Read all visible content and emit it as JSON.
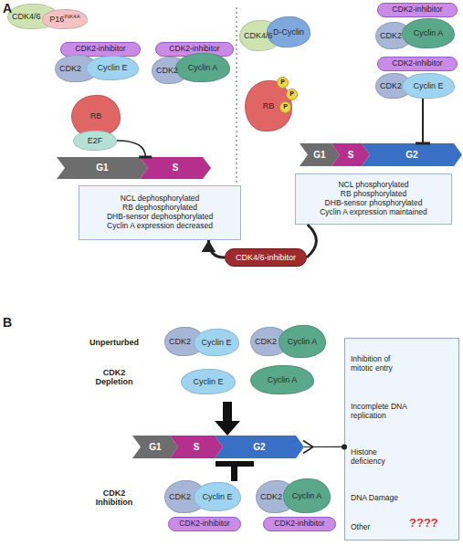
{
  "diagram": {
    "nodes": [
      {
        "text": [
          "CDK4/6"
        ]
      },
      {
        "text": [
          "P16",
          "INK4A"
        ]
      },
      {
        "text": [
          "CDK2-inhibitor"
        ]
      },
      {
        "text": [
          "CDK2"
        ]
      },
      {
        "text": [
          "Cyclin E"
        ]
      },
      {
        "text": [
          "CDK2-inhibitor"
        ]
      },
      {
        "text": [
          "CDK2"
        ]
      },
      {
        "text": [
          "Cyclin A"
        ]
      },
      {
        "text": [
          "RB"
        ]
      },
      {
        "text": [
          "E2F"
        ]
      },
      {
        "text": [
          "G1"
        ]
      },
      {
        "text": [
          "S"
        ]
      },
      {
        "text": [
          "NCL dephosphorylated",
          "RB dephosphorylated",
          "DHB-sensor dephosphorylated",
          "Cyclin A expression decreased"
        ]
      },
      {
        "text": [
          "CDK4/6"
        ]
      },
      {
        "text": [
          "D-Cyclin"
        ]
      },
      {
        "text": [
          "RB"
        ]
      },
      {
        "text": [
          "P"
        ]
      },
      {
        "text": [
          "P"
        ]
      },
      {
        "text": [
          "P"
        ]
      },
      {
        "text": [
          "CDK2-inhibitor"
        ]
      },
      {
        "text": [
          "CDK2"
        ]
      },
      {
        "text": [
          "Cyclin A"
        ]
      },
      {
        "text": [
          "CDK2-inhibitor"
        ]
      },
      {
        "text": [
          "CDK2"
        ]
      },
      {
        "text": [
          "Cyclin E"
        ]
      },
      {
        "text": [
          "G1"
        ]
      },
      {
        "text": [
          "S"
        ]
      },
      {
        "text": [
          "G2"
        ]
      },
      {
        "text": [
          "NCL phosphorylated",
          "RB phosphorylated",
          "DHB-sensor phosphorylated",
          "Cyclin A expression maintained"
        ]
      },
      {
        "text": [
          "CDK4/6-inhibitor"
        ]
      },
      {
        "text": [
          "CDK2"
        ]
      },
      {
        "text": [
          "Cyclin E"
        ]
      },
      {
        "text": [
          "CDK2"
        ]
      },
      {
        "text": [
          "Cyclin A"
        ]
      },
      {
        "text": [
          "Cyclin E"
        ]
      },
      {
        "text": [
          "Cyclin A"
        ]
      },
      {
        "text": [
          "G1"
        ]
      },
      {
        "text": [
          "S"
        ]
      },
      {
        "text": [
          "G2"
        ]
      },
      {
        "text": [
          "CDK2"
        ]
      },
      {
        "text": [
          "Cyclin E"
        ]
      },
      {
        "text": [
          "CDK2-inhibitor"
        ]
      },
      {
        "text": [
          "CDK2"
        ]
      },
      {
        "text": [
          "Cyclin A"
        ]
      },
      {
        "text": [
          "CDK2-inhibitor"
        ]
      },
      {
        "text": [
          "Inhibition of mitotic entry",
          "Incomplete DNA replication",
          "Histone deficiency",
          "DNA Damage",
          "Other",
          "????"
        ]
      }
    ],
    "edges": [
      {
        "from": 9,
        "to": 11,
        "arrow": "to"
      },
      {
        "from": 24,
        "to": 27,
        "arrow": "to"
      },
      {
        "from": 28,
        "to": 29,
        "arrow": "none"
      },
      {
        "from": 29,
        "to": 12,
        "arrow": "to"
      },
      {
        "from": 38,
        "to": 45,
        "arrow": "none"
      }
    ],
    "labels": [
      "A",
      "B",
      "Unperturbed",
      "CDK2 Depletion",
      "CDK2 Inhibition"
    ]
  }
}
